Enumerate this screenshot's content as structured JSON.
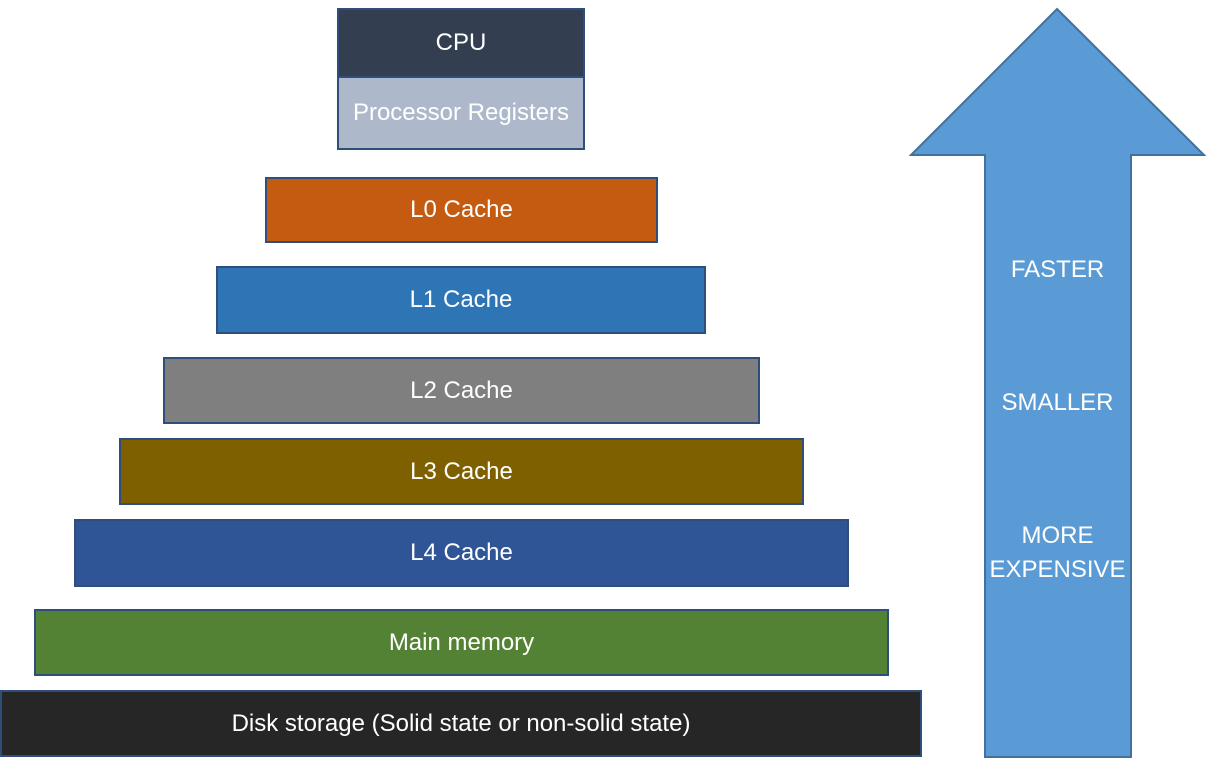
{
  "tiers": [
    {
      "id": "tier-cpu",
      "name": "cpu-block",
      "label": "CPU",
      "color": "#333f50"
    },
    {
      "id": "tier-registers",
      "name": "processor-registers-block",
      "label": "Processor Registers",
      "color": "#adb9ca"
    },
    {
      "id": "tier-l0",
      "name": "l0-cache-block",
      "label": "L0 Cache",
      "color": "#c55a11"
    },
    {
      "id": "tier-l1",
      "name": "l1-cache-block",
      "label": "L1 Cache",
      "color": "#2e75b6"
    },
    {
      "id": "tier-l2",
      "name": "l2-cache-block",
      "label": "L2 Cache",
      "color": "#7f7f7f"
    },
    {
      "id": "tier-l3",
      "name": "l3-cache-block",
      "label": "L3 Cache",
      "color": "#7f6000"
    },
    {
      "id": "tier-l4",
      "name": "l4-cache-block",
      "label": "L4 Cache",
      "color": "#2f5597"
    },
    {
      "id": "tier-main",
      "name": "main-memory-block",
      "label": "Main memory",
      "color": "#548235"
    },
    {
      "id": "tier-disk",
      "name": "disk-storage-block",
      "label": "Disk storage (Solid state or non-solid state)",
      "color": "#262626"
    }
  ],
  "arrow": {
    "color": "#5b9bd5",
    "border_color": "#41719c",
    "labels": {
      "faster": "FASTER",
      "smaller": "SMALLER",
      "expensive": "MORE\nEXPENSIVE"
    }
  }
}
